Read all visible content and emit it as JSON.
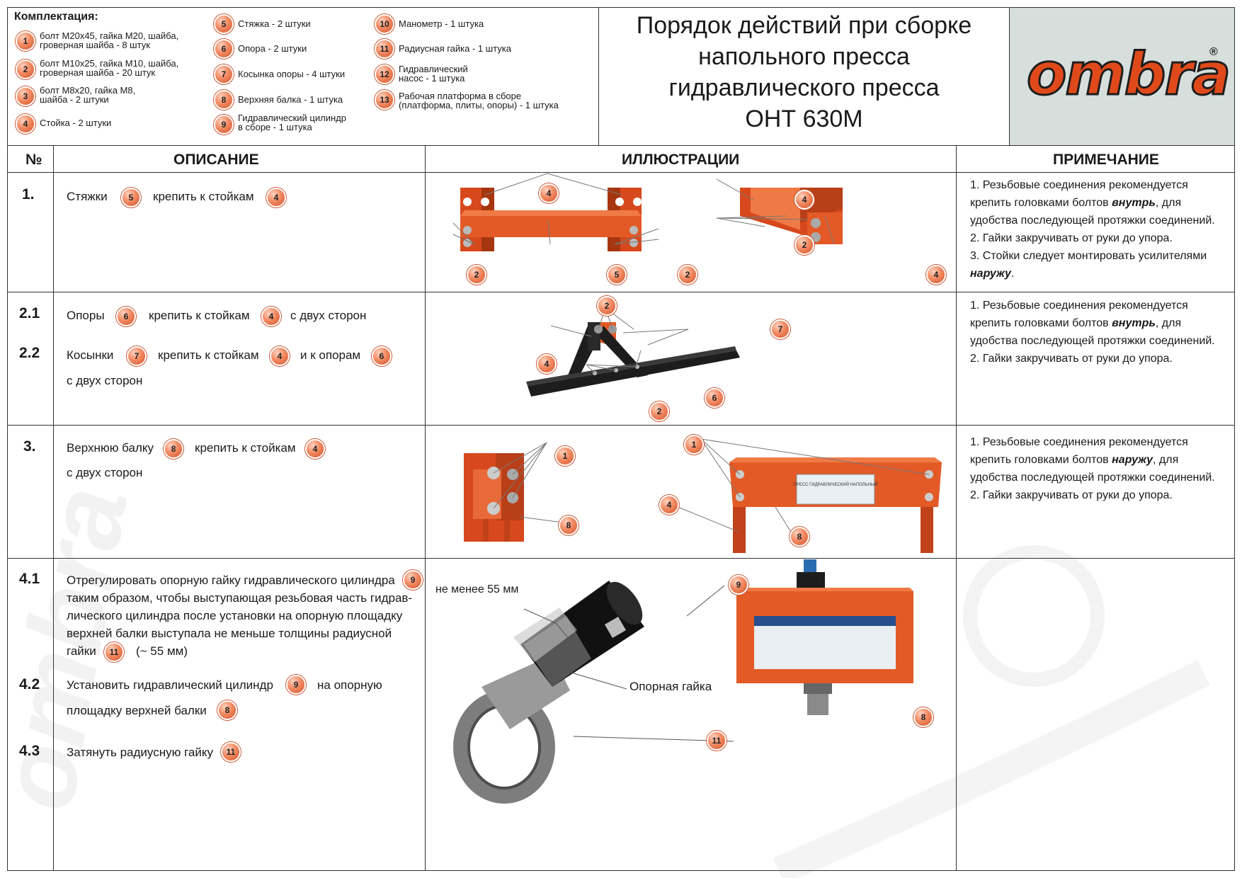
{
  "kit": {
    "heading": "Комплектация:",
    "items": [
      {
        "num": "1",
        "lines": [
          "болт М20х45, гайка М20, шайба,",
          "гроверная шайба - 8 штук"
        ]
      },
      {
        "num": "2",
        "lines": [
          "болт М10х25, гайка М10, шайба,",
          "гроверная шайба - 20 штук"
        ]
      },
      {
        "num": "3",
        "lines": [
          "болт М8х20, гайка М8,",
          "шайба - 2 штуки"
        ]
      },
      {
        "num": "4",
        "lines": [
          "Стойка - 2 штуки"
        ]
      },
      {
        "num": "5",
        "lines": [
          "Стяжка - 2 штуки"
        ]
      },
      {
        "num": "6",
        "lines": [
          "Опора - 2 штуки"
        ]
      },
      {
        "num": "7",
        "lines": [
          "Косынка опоры - 4 штуки"
        ]
      },
      {
        "num": "8",
        "lines": [
          "Верхняя балка - 1 штука"
        ]
      },
      {
        "num": "9",
        "lines": [
          "Гидравлический цилиндр",
          "в сборе - 1 штука"
        ]
      },
      {
        "num": "10",
        "lines": [
          "Манометр - 1 штука"
        ]
      },
      {
        "num": "11",
        "lines": [
          "Радиусная гайка - 1 штука"
        ]
      },
      {
        "num": "12",
        "lines": [
          "Гидравлический",
          "насос - 1 штука"
        ]
      },
      {
        "num": "13",
        "lines": [
          "Рабочая платформа в сборе",
          "(платформа, плиты, опоры) - 1 штука"
        ]
      }
    ]
  },
  "title": {
    "line1": "Порядок действий при сборке",
    "line2": "напольного пресса",
    "line3": "гидравлического пресса",
    "line4": "ОНТ 630М"
  },
  "logo": {
    "text": "ombra",
    "mark": "®",
    "bg_color": "#d6dfdb",
    "text_color": "#e04a1a"
  },
  "table": {
    "headers": {
      "num": "№",
      "desc": "ОПИСАНИЕ",
      "illus": "ИЛЛЮСТРАЦИИ",
      "note": "ПРИМЕЧАНИЕ"
    },
    "step1": {
      "num": "1.",
      "t1": "Стяжки",
      "b1": "5",
      "t2": "крепить к стойкам",
      "b2": "4",
      "notes": [
        "1. Резьбовые соединения рекомендуется",
        "крепить головками болтов",
        "внутрь",
        ",  для",
        "удобства последующей протяжки соединений.",
        "2. Гайки закручивать от руки до упора.",
        "3. Стойки следует монтировать усилителями",
        "наружу",
        "."
      ]
    },
    "step2": {
      "num1": "2.1",
      "num2": "2.2",
      "a1": "Опоры",
      "ab1": "6",
      "a2": "крепить к стойкам",
      "ab2": "4",
      "a3": "с двух сторон",
      "c1": "Косынки",
      "cb1": "7",
      "c2": "крепить к стойкам",
      "cb2": "4",
      "c3": "и к опорам",
      "cb3": "6",
      "c4": "с двух сторон",
      "notes": [
        "1. Резьбовые соединения рекомендуется",
        "крепить головками болтов",
        "внутрь",
        ",  для",
        "удобства последующей протяжки соединений.",
        "2. Гайки закручивать от руки до упора."
      ]
    },
    "step3": {
      "num": "3.",
      "t1": "Верхнюю балку",
      "b1": "8",
      "t2": "крепить к стойкам",
      "b2": "4",
      "t3": "с двух сторон",
      "notes": [
        "1. Резьбовые соединения рекомендуется",
        "крепить головками болтов",
        "наружу",
        ",  для",
        "удобства последующей протяжки соединений.",
        "2. Гайки закручивать от руки до упора."
      ]
    },
    "step4": {
      "num1": "4.1",
      "num2": "4.2",
      "num3": "4.3",
      "p1": [
        "Отрегулировать опорную гайку гидравлического цилиндра",
        "таким образом, чтобы выступающая резьбовая часть гидрав-",
        "лического цилиндра после установки на опорную площадку",
        "верхней балки выступала не меньше толщины радиусной",
        "гайки"
      ],
      "p1b1": "9",
      "p1b2": "11",
      "p1tail": "(~ 55 мм)",
      "p2a": "Установить гидравлический цилиндр",
      "p2b": "9",
      "p2c": "на опорную",
      "p2d": "площадку верхней балки",
      "p2e": "8",
      "p3a": "Затянуть радиусную гайку",
      "p3b": "11",
      "callout_min": "не менее 55 мм",
      "callout_nut": "Опорная гайка",
      "illus_plate": "ПРЕСС ГИДРАВЛИЧЕСКИЙ НАПОЛЬНЫЙ"
    }
  },
  "colors": {
    "orange": "#e8592a",
    "frame_dark": "#b83f18",
    "steel": "#9aa3a8",
    "black": "#1d1d1d"
  }
}
